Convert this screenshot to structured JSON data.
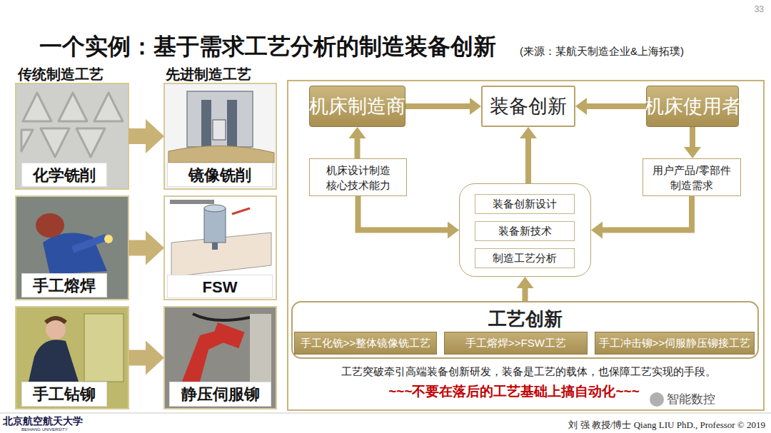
{
  "diagram": {
    "title": "一个实例：基于需求工艺分析的制造装备创新",
    "nodes": [
      {
        "text": [
          "化学铣削"
        ]
      },
      {
        "text": [
          "镜像铣削"
        ]
      },
      {
        "text": [
          "手工熔焊"
        ]
      },
      {
        "text": [
          "FSW"
        ]
      },
      {
        "text": [
          "手工钻铆"
        ]
      },
      {
        "text": [
          "静压伺服铆"
        ]
      },
      {
        "text": [
          "机床制造商"
        ]
      },
      {
        "text": [
          "装备创新"
        ]
      },
      {
        "text": [
          "机床使用者"
        ]
      },
      {
        "text": [
          "机床设计制造 核心技术能力"
        ]
      },
      {
        "text": []
      },
      {
        "text": [
          "装备创新设计"
        ],
        "in": 10
      },
      {
        "text": [
          "装备新技术"
        ],
        "in": 10
      },
      {
        "text": [
          "制造工艺分析"
        ],
        "in": 10
      },
      {
        "text": [
          "用户产品/零部件 制造需求"
        ]
      },
      {
        "text": [
          "工艺创新"
        ]
      },
      {
        "text": [
          "手工化铣>>整体镜像铣工艺"
        ],
        "in": 15
      },
      {
        "text": [
          "手工熔焊>>FSW工艺"
        ],
        "in": 15
      },
      {
        "text": [
          "手工冲击铆>>伺服静压铆接工艺"
        ],
        "in": 15
      }
    ],
    "edges": [
      {
        "from": 0,
        "to": 1,
        "arrow": "to"
      },
      {
        "from": 2,
        "to": 3,
        "arrow": "to"
      },
      {
        "from": 4,
        "to": 5,
        "arrow": "to"
      },
      {
        "from": 6,
        "to": 7,
        "arrow": "to"
      },
      {
        "from": 8,
        "to": 7,
        "arrow": "to"
      },
      {
        "from": 9,
        "to": 6,
        "arrow": "to"
      },
      {
        "from": 8,
        "to": 14,
        "arrow": "to"
      },
      {
        "from": 9,
        "to": 10,
        "arrow": "to"
      },
      {
        "from": 14,
        "to": 10,
        "arrow": "to"
      },
      {
        "from": 10,
        "to": 7,
        "arrow": "to"
      },
      {
        "from": 15,
        "to": 10,
        "arrow": "to"
      }
    ],
    "labels": [
      "(来源：某航天制造企业&上海拓璞)",
      "33",
      "传统制造工艺",
      "先进制造工艺",
      "工艺突破牵引高端装备创新研发，装备是工艺的载体，也保障工艺实现的手段。",
      "~~~不要在落后的工艺基础上搞自动化~~~",
      "智能数控",
      "北京航空航天大学",
      "BEIHANG UNIVERSITY",
      "刘 强 教授/博士 Qiang LIU PhD., Professor © 2019"
    ]
  }
}
